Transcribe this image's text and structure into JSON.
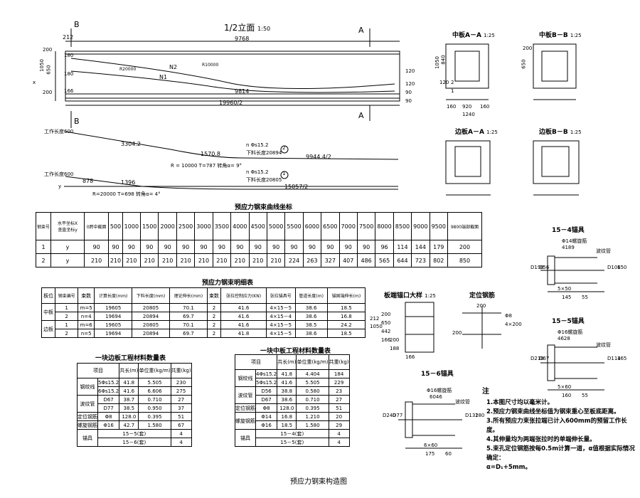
{
  "elevation": {
    "title": "1/2立面",
    "scale": "1:50",
    "sec_b": "B",
    "sec_a": "A",
    "dims": {
      "top_left": "212",
      "top_len": "9768",
      "bot_len": "9814",
      "total": "19960/2",
      "h1": "1050",
      "h2": "650",
      "h_top": "200",
      "h_bot": "200",
      "r1": "180",
      "r2": "180",
      "r3": "166",
      "right_h1": "120",
      "right_h2": "120",
      "right_b": "90",
      "right_bot": "90"
    },
    "labels": {
      "n2": "N2",
      "n1": "N1",
      "r_a": "R10000",
      "r_b": "R20000",
      "x_axis": "x"
    }
  },
  "profile": {
    "work_len": "工作长度600",
    "d1": "3304.2",
    "d2": "1570.8",
    "curve1": "R = 10000  T=787  转角α= 9°",
    "tendon1": "n Φs15.2",
    "tendon1_len": "下料长度20894",
    "tendon1_no": "2",
    "tendon1_end": "9944.4/2",
    "d3": "878",
    "d4": "1396",
    "curve2": "R=20000  T=698  转角α= 4°",
    "tendon2": "n Φs15.2",
    "tendon2_len": "下料长度20805",
    "tendon2_no": "1",
    "tendon2_end": "15057/2",
    "axis_y": "y",
    "work_len2": "工作长度600"
  },
  "sections": [
    {
      "title": "中板A－A",
      "scale": "1:25"
    },
    {
      "title": "中板B－B",
      "scale": "1:25"
    },
    {
      "title": "边板A－A",
      "scale": "1:25"
    },
    {
      "title": "边板B－B",
      "scale": "1:25"
    }
  ],
  "section_dims": {
    "h": "1050",
    "h2": "840",
    "h3": "650",
    "h4": "120",
    "h5": "200",
    "w1": "160",
    "w2": "920",
    "w3": "160",
    "w": "1240",
    "b1": "2",
    "b2": "1"
  },
  "coord_table": {
    "title": "预应力钢束曲线坐标",
    "h_bundle": "钢束号",
    "h_x": "水平坐标X",
    "h_y": "竖直坐标y",
    "h_x0": "0跨中截面",
    "x": [
      "500",
      "1000",
      "1500",
      "2000",
      "2500",
      "3000",
      "3500",
      "4000",
      "4500",
      "5000",
      "5500",
      "6000",
      "6500",
      "7000",
      "7500",
      "8000",
      "8500",
      "9000",
      "9500",
      "9800端部截面"
    ],
    "rows": [
      {
        "no": "1",
        "axis": "y",
        "vals": [
          "90",
          "90",
          "90",
          "90",
          "90",
          "90",
          "90",
          "90",
          "90",
          "90",
          "90",
          "90",
          "90",
          "90",
          "90",
          "90",
          "96",
          "114",
          "144",
          "179",
          "200"
        ]
      },
      {
        "no": "2",
        "axis": "y",
        "vals": [
          "210",
          "210",
          "210",
          "210",
          "210",
          "210",
          "210",
          "210",
          "210",
          "210",
          "210",
          "224",
          "263",
          "327",
          "407",
          "486",
          "565",
          "644",
          "723",
          "802",
          "850"
        ]
      }
    ]
  },
  "detail_table": {
    "title": "预应力钢束明细表",
    "headers": [
      "板位",
      "钢束编号",
      "束数",
      "计算长度(mm)",
      "下料长度(mm)",
      "理论伸长(mm)",
      "束数",
      "张拉控制应力(KN)",
      "张拉锚具号",
      "管道长度(m)",
      "锚固端伸长(m)"
    ],
    "groups": [
      {
        "name": "中板",
        "rows": [
          [
            "1",
            "m=5",
            "19605",
            "20805",
            "70.1",
            "2",
            "41.6",
            "4×15－5",
            "38.6",
            "18.5"
          ],
          [
            "2",
            "n=4",
            "19694",
            "20894",
            "69.7",
            "2",
            "41.6",
            "4×15－4",
            "38.6",
            "16.8"
          ]
        ]
      },
      {
        "name": "边板",
        "rows": [
          [
            "1",
            "m=6",
            "19605",
            "20805",
            "70.1",
            "2",
            "41.6",
            "4×15－5",
            "38.5",
            "24.2"
          ],
          [
            "2",
            "n=5",
            "19694",
            "20894",
            "69.7",
            "2",
            "41.8",
            "4×15－5",
            "38.6",
            "18.5"
          ]
        ]
      }
    ]
  },
  "edge_table": {
    "title": "一块边板工程材料数量表",
    "headers": [
      "项目",
      "",
      "共长(m)",
      "单位重(kg/m)",
      "共重(kg)"
    ],
    "rows": [
      {
        "cat": "钢绞线",
        "spec": "5Φs15.2",
        "len": "41.8",
        "unit": "5.505",
        "wt": "230"
      },
      {
        "cat": "",
        "spec": "6Φs15.2",
        "len": "41.6",
        "unit": "6.606",
        "wt": "275"
      },
      {
        "cat": "波纹管",
        "spec": "D67",
        "len": "38.7",
        "unit": "0.710",
        "wt": "27"
      },
      {
        "cat": "",
        "spec": "D77",
        "len": "38.5",
        "unit": "0.950",
        "wt": "37"
      },
      {
        "cat": "定位钢筋",
        "spec": "Φ8",
        "len": "128.0",
        "unit": "0.395",
        "wt": "51"
      },
      {
        "cat": "螺旋钢筋",
        "spec": "Φ16",
        "len": "42.7",
        "unit": "1.580",
        "wt": "67"
      },
      {
        "cat": "锚具",
        "spec": "15－5(套)",
        "len": "",
        "unit": "",
        "wt": "4"
      },
      {
        "cat": "",
        "spec": "15－6(套)",
        "len": "",
        "unit": "",
        "wt": "4"
      }
    ]
  },
  "mid_table": {
    "title": "一块中板工程材料数量表",
    "headers": [
      "项目",
      "",
      "共长(m)",
      "单位重(kg/m)",
      "共重(kg)"
    ],
    "rows": [
      {
        "cat": "钢绞线",
        "spec": "4Φs15.2",
        "len": "41.8",
        "unit": "4.404",
        "wt": "184"
      },
      {
        "cat": "",
        "spec": "5Φs15.2",
        "len": "41.6",
        "unit": "5.505",
        "wt": "229"
      },
      {
        "cat": "波纹管",
        "spec": "D56",
        "len": "38.8",
        "unit": "0.580",
        "wt": "23"
      },
      {
        "cat": "",
        "spec": "D67",
        "len": "38.6",
        "unit": "0.710",
        "wt": "27"
      },
      {
        "cat": "定位钢筋",
        "spec": "Φ8",
        "len": "128.0",
        "unit": "0.395",
        "wt": "51"
      },
      {
        "cat": "螺旋钢筋",
        "spec": "Φ14",
        "len": "16.8",
        "unit": "1.210",
        "wt": "20"
      },
      {
        "cat": "",
        "spec": "Φ16",
        "len": "18.5",
        "unit": "1.580",
        "wt": "29"
      },
      {
        "cat": "锚具",
        "spec": "15－4(套)",
        "len": "",
        "unit": "",
        "wt": "4"
      },
      {
        "cat": "",
        "spec": "15－5(套)",
        "len": "",
        "unit": "",
        "wt": "4"
      }
    ]
  },
  "anchor_detail": {
    "title": "板端锚口大样",
    "scale": "1:25",
    "dims": [
      "212",
      "1050",
      "200",
      "650",
      "442",
      "166",
      "166",
      "200",
      "188"
    ]
  },
  "position_bar": {
    "title": "定位钢筋",
    "dia": "Φ8",
    "size": "4×200",
    "w": "200",
    "h": "200"
  },
  "anchor_15_4": {
    "title": "15－4锚具",
    "spiral": "Φ14螺旋筋",
    "len": "4189",
    "pipe": "波纹管",
    "d1": "D190",
    "d2": "D56",
    "d3": "D106",
    "d4": "150",
    "pitch": "5×50",
    "w1": "145",
    "w2": "55"
  },
  "anchor_15_5": {
    "title": "15－5锚具",
    "spiral": "Φ16螺旋筋",
    "len": "4628",
    "pipe": "波纹管",
    "d1": "D210",
    "d2": "D67",
    "d3": "D114",
    "d4": "165",
    "pitch": "5×60",
    "w1": "160",
    "w2": "55"
  },
  "anchor_15_6": {
    "title": "15－6锚具",
    "spiral": "Φ16螺旋筋",
    "len": "6046",
    "pipe": "波纹管",
    "d1": "D240",
    "d2": "D77",
    "d3": "D132",
    "d4": "180",
    "pitch": "6×60",
    "w1": "175",
    "w2": "60"
  },
  "notes": {
    "title": "注",
    "items": [
      "1.本图尺寸均以毫米计。",
      "2.预应力钢束曲线坐标值为钢束重心至板底距离。",
      "3.所有预应力束张拉端已计入600mm的预留工作长度。",
      "4.其伸量均为两端张拉时的单端伸长量。",
      "5.束孔定位钢筋按每0.5m计算一道，α值根据实际情况确定：",
      "   α=D₁+5mm。"
    ]
  },
  "caption": "预应力钢束构造图"
}
